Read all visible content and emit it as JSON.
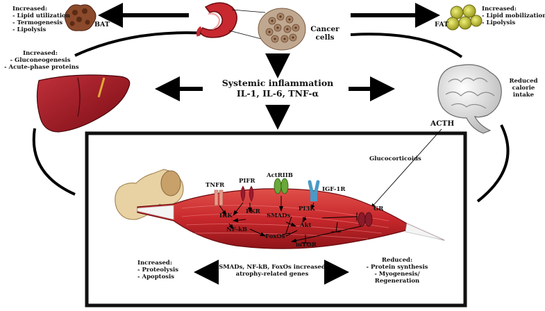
{
  "colors": {
    "muscle": "#c8282c",
    "muscle_dark": "#8e1418",
    "liver": "#a0141c",
    "fat": "#c8c832",
    "bat": "#8c4a2c",
    "bone": "#e8d2a4",
    "frame": "#111111",
    "arrow": "#000000"
  },
  "bat": {
    "heading": "Increased:",
    "items": [
      "- Lipid utilization",
      "- Termogenesis",
      "- Lipolysis"
    ],
    "label": "BAT",
    "icon": "brown-adipose-tissue-icon"
  },
  "fat": {
    "heading": "Increased:",
    "items": [
      "- Lipid mobilization",
      "- Lipolysis"
    ],
    "label": "FAT",
    "icon": "white-fat-cells-icon"
  },
  "cancer": {
    "label_lines": [
      "Cancer",
      "cells"
    ],
    "stomach_icon": "stomach-icon",
    "cells_icon": "tumor-cells-icon"
  },
  "liver": {
    "heading": "Increased:",
    "items": [
      "- Gluconeogenesis",
      "- Acute-phase proteins"
    ],
    "icon": "liver-icon"
  },
  "inflammation": {
    "line1": "Systemic inflammation",
    "line2": "IL-1, IL-6, TNF-α"
  },
  "brain": {
    "label_lines": [
      "Reduced",
      "calorie",
      "intake"
    ],
    "acth": "ACTH",
    "icon": "brain-icon"
  },
  "muscle_box": {
    "glucocorticoids": "Glucocorticoids",
    "receptors": {
      "tnfr": "TNFR",
      "pifr": "PIFR",
      "actriib": "ActRIIB",
      "igf1r": "IGF-1R",
      "gr": "GR"
    },
    "nodes": {
      "ikk": "IKK",
      "pkr": "PKR",
      "nfkb": "NF-kB",
      "smads": "SMADs",
      "pi3k": "PI3K",
      "akt": "Akt",
      "foxos": "FoxOs",
      "mtor": "mTOR"
    },
    "increased_heading": "Increased:",
    "increased_items": [
      "- Proteolysis",
      "- Apoptosis"
    ],
    "center_lines": [
      "SMADs, NF-kB, FoxOs increased",
      "atrophy-related genes"
    ],
    "reduced_heading": "Reduced:",
    "reduced_items": [
      "- Protein synthesis",
      "- Myogenesis/",
      "Regeneration"
    ]
  }
}
